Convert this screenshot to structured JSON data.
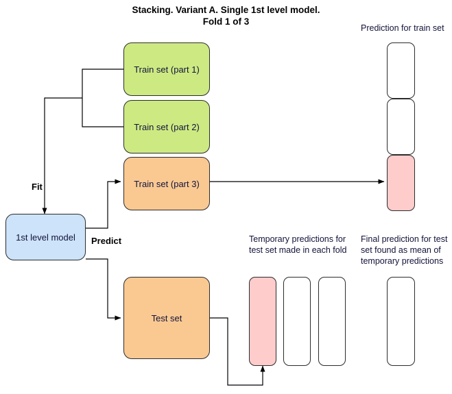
{
  "title": {
    "line1": "Stacking. Variant A. Single 1st level model.",
    "line2": "Fold 1 of 3"
  },
  "colors": {
    "green": "#cdea82",
    "orange": "#fac992",
    "pink": "#ffcccc",
    "blue": "#cce3f9",
    "white": "#ffffff",
    "stroke": "#2b2b2b",
    "text": "#12123a"
  },
  "nodes": {
    "model": {
      "label": "1st level model"
    },
    "train_part1": {
      "label": "Train set (part 1)"
    },
    "train_part2": {
      "label": "Train set (part 2)"
    },
    "train_part3": {
      "label": "Train set (part 3)"
    },
    "test_set": {
      "label": "Test set"
    }
  },
  "edge_labels": {
    "fit": "Fit",
    "predict": "Predict"
  },
  "captions": {
    "train_prediction": "Prediction for train set",
    "temporary_predictions": "Temporary predictions for test set made in each fold",
    "final_prediction": "Final prediction for test set found as mean of temporary predictions"
  },
  "train_prediction_column": {
    "cells": [
      {
        "fill": "white",
        "filled": false
      },
      {
        "fill": "white",
        "filled": false
      },
      {
        "fill": "pink",
        "filled": true
      }
    ]
  },
  "temporary_prediction_cells": [
    {
      "fill": "pink",
      "filled": true
    },
    {
      "fill": "white",
      "filled": false
    },
    {
      "fill": "white",
      "filled": false
    }
  ],
  "final_prediction_cell": {
    "fill": "white",
    "filled": false
  }
}
